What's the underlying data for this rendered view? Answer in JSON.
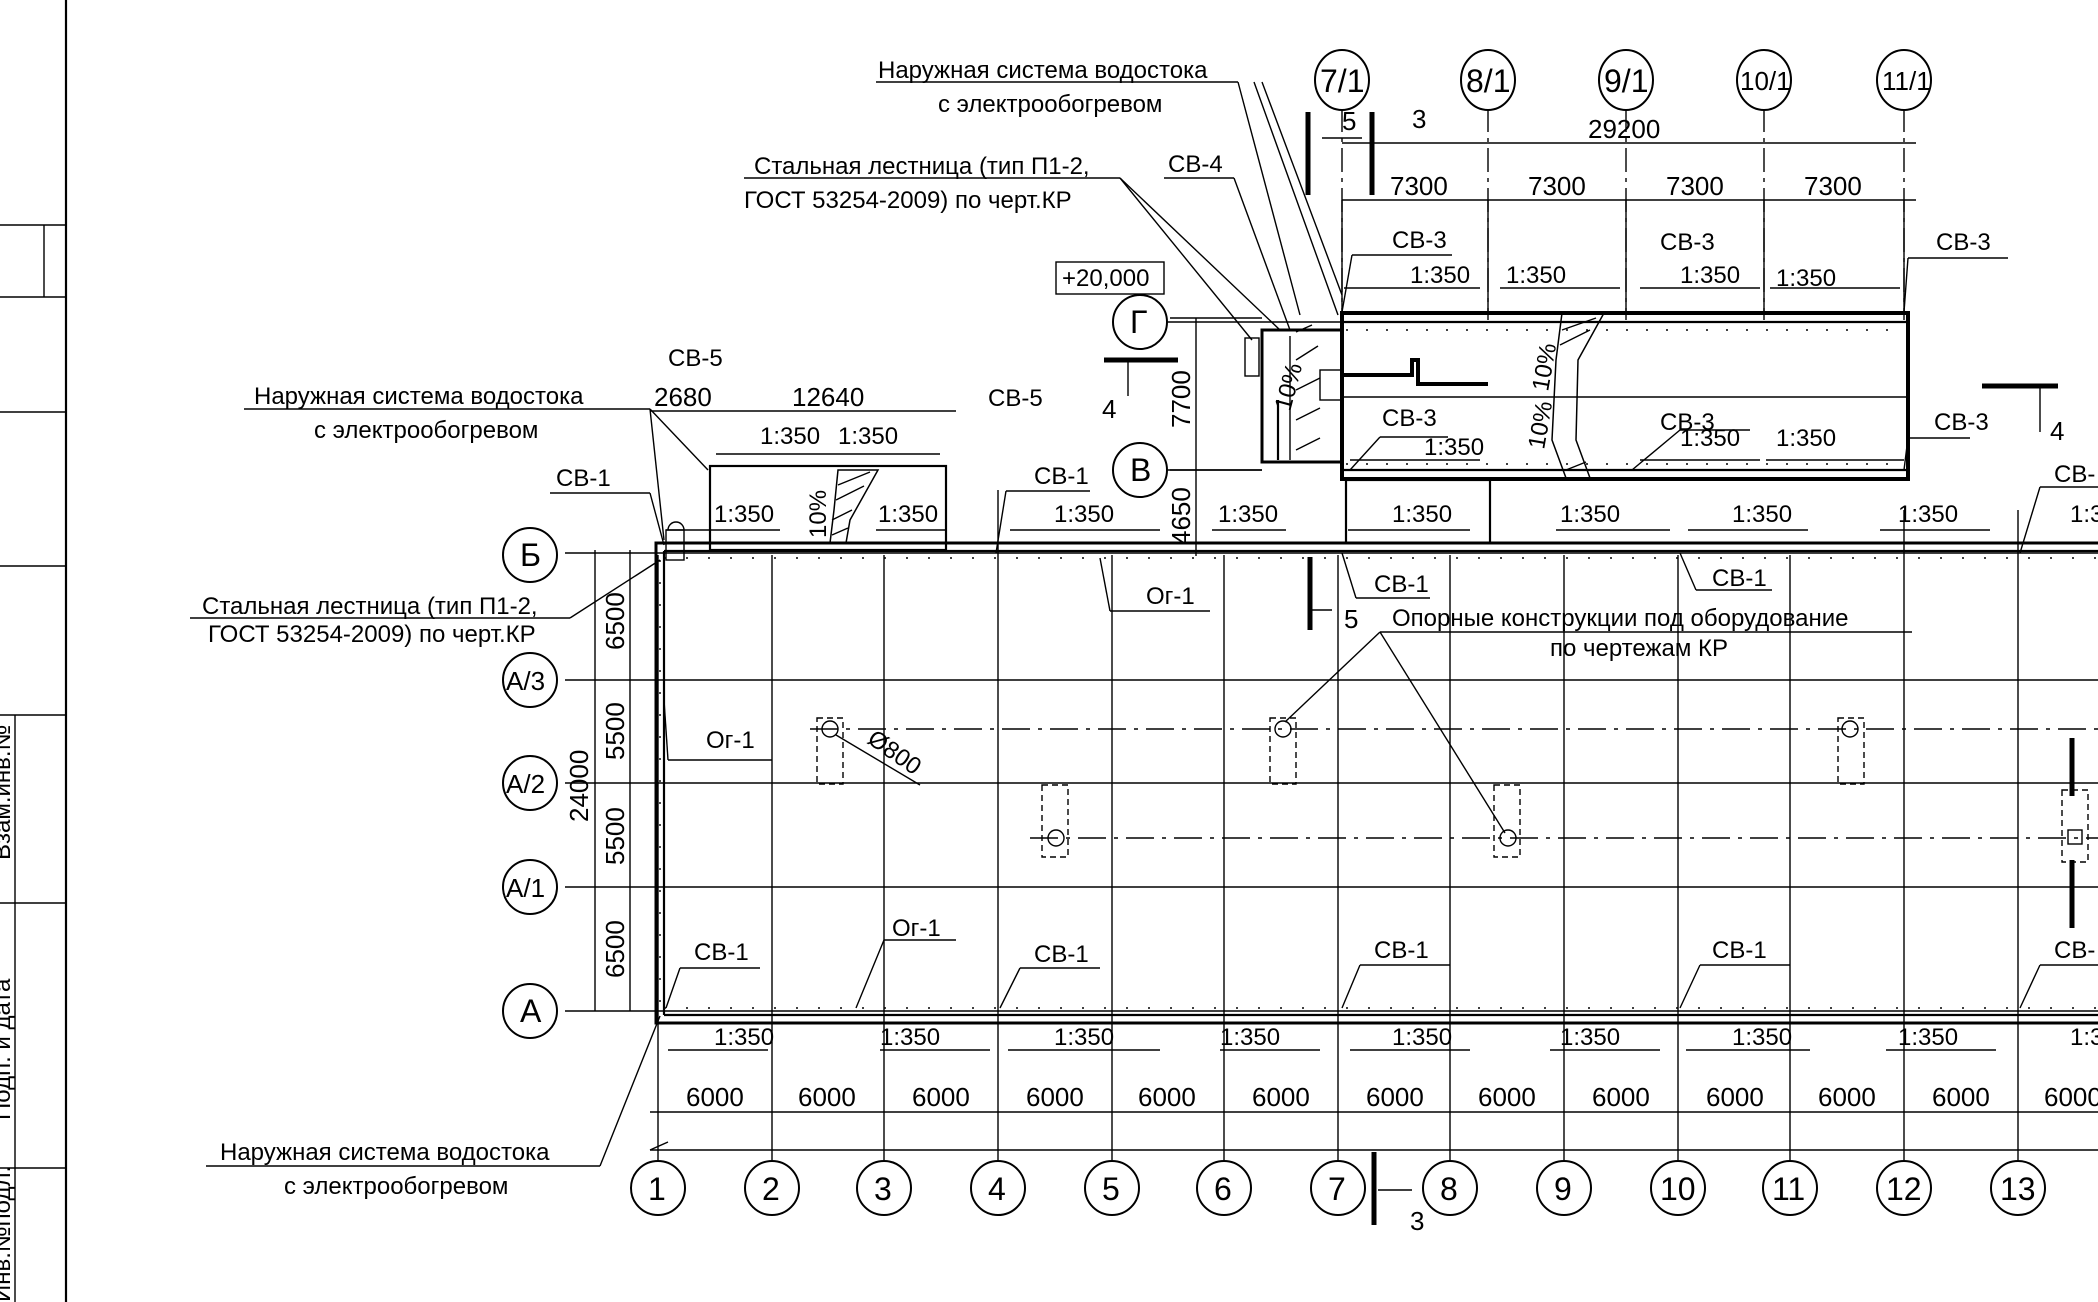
{
  "title_block": {
    "fields": [
      "Взам.инв.№",
      "Подп. и дата",
      "Инв.№подл."
    ]
  },
  "grid_axes": {
    "numeric": [
      "1",
      "2",
      "3",
      "4",
      "5",
      "6",
      "7",
      "8",
      "9",
      "10",
      "11",
      "12",
      "13"
    ],
    "numeric_fractional": [
      "7/1",
      "8/1",
      "9/1",
      "10/1",
      "11/1"
    ],
    "letters_main": [
      "Б",
      "А/3",
      "А/2",
      "А/1",
      "А"
    ],
    "letters_upper": [
      "Г",
      "В"
    ]
  },
  "dimensions": {
    "bay_6000": "6000",
    "bay_6000_cut": "6000",
    "total_29200": "29200",
    "bays_7300": [
      "7300",
      "7300",
      "7300",
      "7300"
    ],
    "upper_5": "5",
    "upper_3": "3",
    "roof_2680": "2680",
    "roof_12640": "12640",
    "height_7700": "7700",
    "height_4650": "4650",
    "rows": [
      "6500",
      "5500",
      "5500",
      "6500"
    ],
    "total_24000": "24000",
    "diameter": "Ø800",
    "elevation": "+20,000"
  },
  "slopes": {
    "ratio": "1:350",
    "ratio_cut": "1:3",
    "percent": "10%"
  },
  "tags": {
    "sv1": "СВ-1",
    "sv3": "СВ-3",
    "sv4": "СВ-4",
    "sv5": "СВ-5",
    "og1": "Ог-1",
    "sv_cut": "СВ-"
  },
  "notes": {
    "drain_line1": "Наружная система водостока",
    "drain_line2": "с электрообогревом",
    "ladder_line1": "Стальная лестница (тип П1-2,",
    "ladder_line2": "ГОСТ 53254-2009) по черт.КР",
    "supports_line1": "Опорные конструкции под оборудование",
    "supports_line2": "по чертежам КР"
  },
  "section_marks": {
    "s3": "3",
    "s4": "4",
    "s5": "5"
  }
}
